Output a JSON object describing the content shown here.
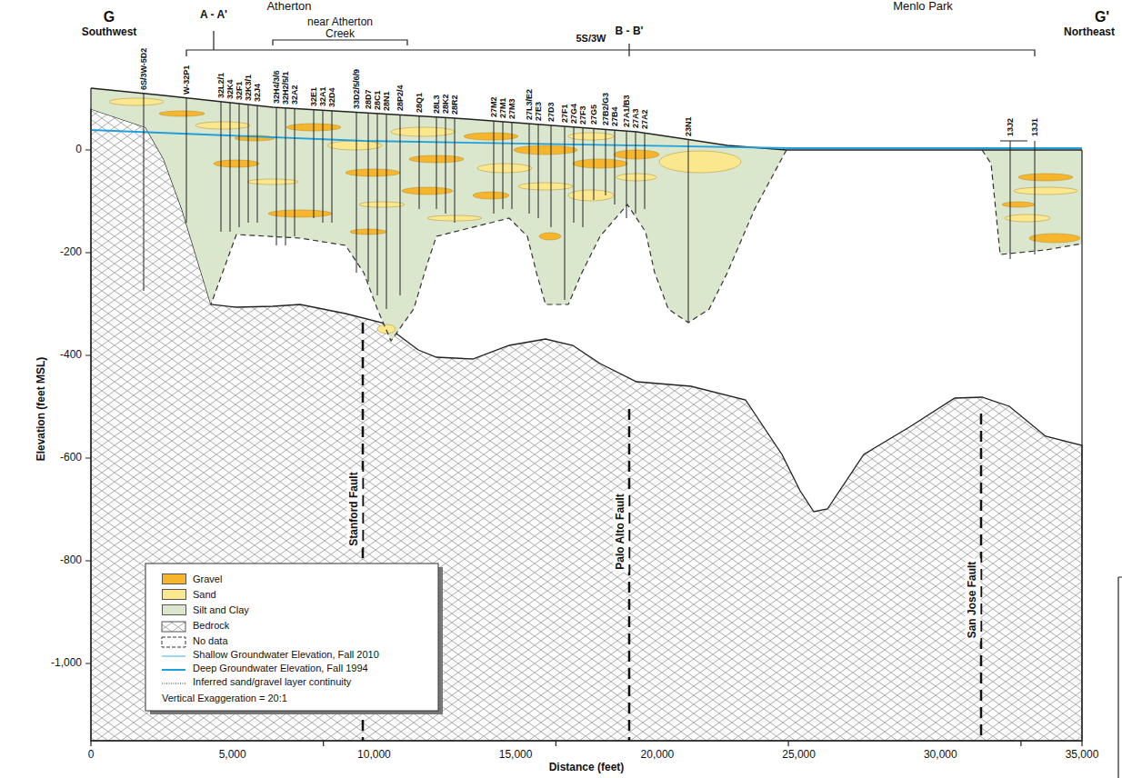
{
  "diagram": {
    "labels": [
      "G",
      "Southwest",
      "A - A'",
      "Atherton",
      "near Atherton Creek",
      "5S/3W",
      "B - B'",
      "Menlo Park",
      "G'",
      "Northeast",
      "6S/3W-5D2",
      "W-32P1",
      "32L2/1",
      "32K4",
      "32F1",
      "32K3/1",
      "32J4",
      "32H4/3/6",
      "32H2/5/1",
      "32A2",
      "32E1",
      "32A1",
      "32D4",
      "33D2/5/6/9",
      "28D7",
      "28C1",
      "28N1",
      "28P2/4",
      "28Q1",
      "28L3",
      "28K2",
      "28R2",
      "27M2",
      "27M1",
      "27M3",
      "27L3/E2",
      "27E3",
      "27D3",
      "27F1",
      "27G4",
      "27F3",
      "27G5",
      "27B2/G3",
      "27B4",
      "27A1/B3",
      "27A3",
      "27A2",
      "23N1",
      "13J2",
      "13J1",
      "0",
      "-200",
      "-400",
      "-600",
      "-800",
      "-1,000",
      "Elevation (feet MSL)",
      "0",
      "5,000",
      "10,000",
      "15,000",
      "20,000",
      "25,000",
      "30,000",
      "35,000",
      "Distance (feet)",
      "Stanford Fault",
      "Palo Alto Fault",
      "San Jose Fault",
      "Vertical Exaggeration = 20:1"
    ],
    "legend": [
      {
        "text": "Gravel",
        "color": "#f7b52b"
      },
      {
        "text": "Sand",
        "color": "#fbe88e"
      },
      {
        "text": "Silt and Clay",
        "color": "#dbe7cd"
      },
      {
        "text": "Bedrock"
      },
      {
        "text": "No data"
      },
      {
        "text": "Shallow Groundwater Elevation, Fall 2010"
      },
      {
        "text": "Deep Groundwater Elevation, Fall 1994"
      },
      {
        "text": "Inferred sand/gravel layer continuity"
      }
    ]
  }
}
